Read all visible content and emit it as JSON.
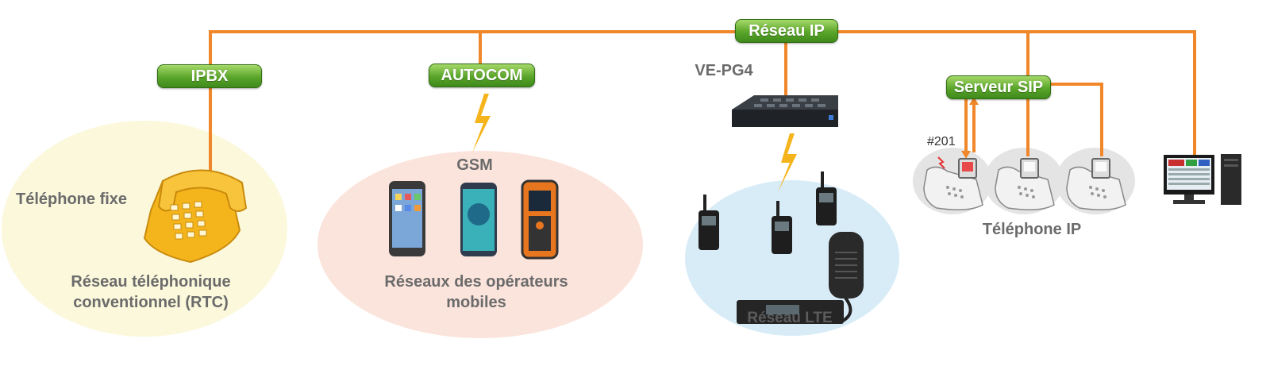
{
  "nodes": {
    "reseau_ip": "Réseau IP",
    "ipbx": "IPBX",
    "autocom": "AUTOCOM",
    "serveur_sip": "Serveur SIP"
  },
  "labels": {
    "ve_pg4": "VE-PG4",
    "telephone_fixe": "Téléphone fixe",
    "rtc_line1": "Réseau téléphonique",
    "rtc_line2": "conventionnel (RTC)",
    "gsm": "GSM",
    "mobile_line1": "Réseaux des opérateurs",
    "mobile_line2": "mobiles",
    "ext_201": "#201",
    "telephone_ip": "Téléphone IP",
    "reseau_lte": "Réseau LTE"
  },
  "colors": {
    "line": "#f0872a",
    "node_green": "#5aa52a",
    "rtc_zone": "#fbf8dc",
    "mobile_zone": "#fbe4dc",
    "lte_zone": "#d8ecf8",
    "ip_zone": "#e4e4e4",
    "lightning": "#f5b41c"
  },
  "icons": [
    "desk-phone-icon",
    "smartphone-icon",
    "rugged-phone-icon",
    "gateway-device-icon",
    "handheld-radio-icon",
    "speaker-mic-icon",
    "mobile-radio-icon",
    "ip-phone-icon",
    "pc-icon",
    "lightning-icon"
  ]
}
